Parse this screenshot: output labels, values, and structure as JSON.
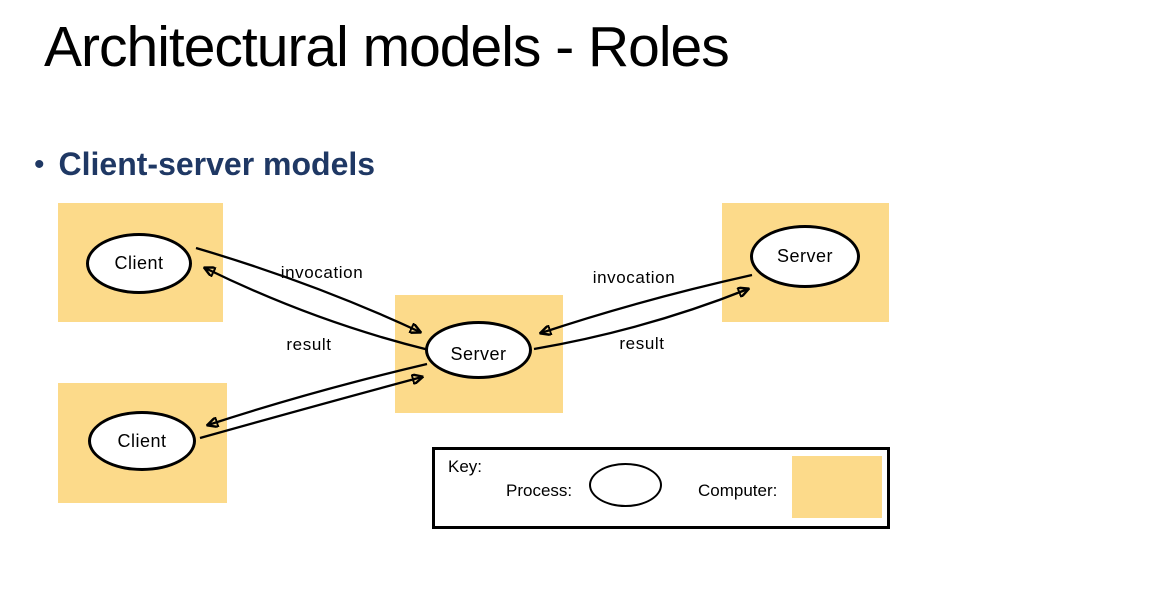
{
  "slide": {
    "title": "Architectural models - Roles",
    "bullet": {
      "marker": "•",
      "text": "Client-server models"
    }
  },
  "diagram": {
    "nodes": [
      {
        "id": "client-top",
        "label": "Client"
      },
      {
        "id": "client-bottom",
        "label": "Client"
      },
      {
        "id": "server-center",
        "label": "Server"
      },
      {
        "id": "server-right",
        "label": "Server"
      }
    ],
    "edge_labels": {
      "left_invocation": "invocation",
      "left_result": "result",
      "right_invocation": "invocation",
      "right_result": "result"
    },
    "colors": {
      "computer_fill": "#FCDA8A",
      "process_fill": "#FFFFFF",
      "line": "#000000",
      "bullet_heading": "#1F3864",
      "title_text": "#000000"
    }
  },
  "key": {
    "heading": "Key:",
    "process_label": "Process:",
    "computer_label": "Computer:"
  }
}
